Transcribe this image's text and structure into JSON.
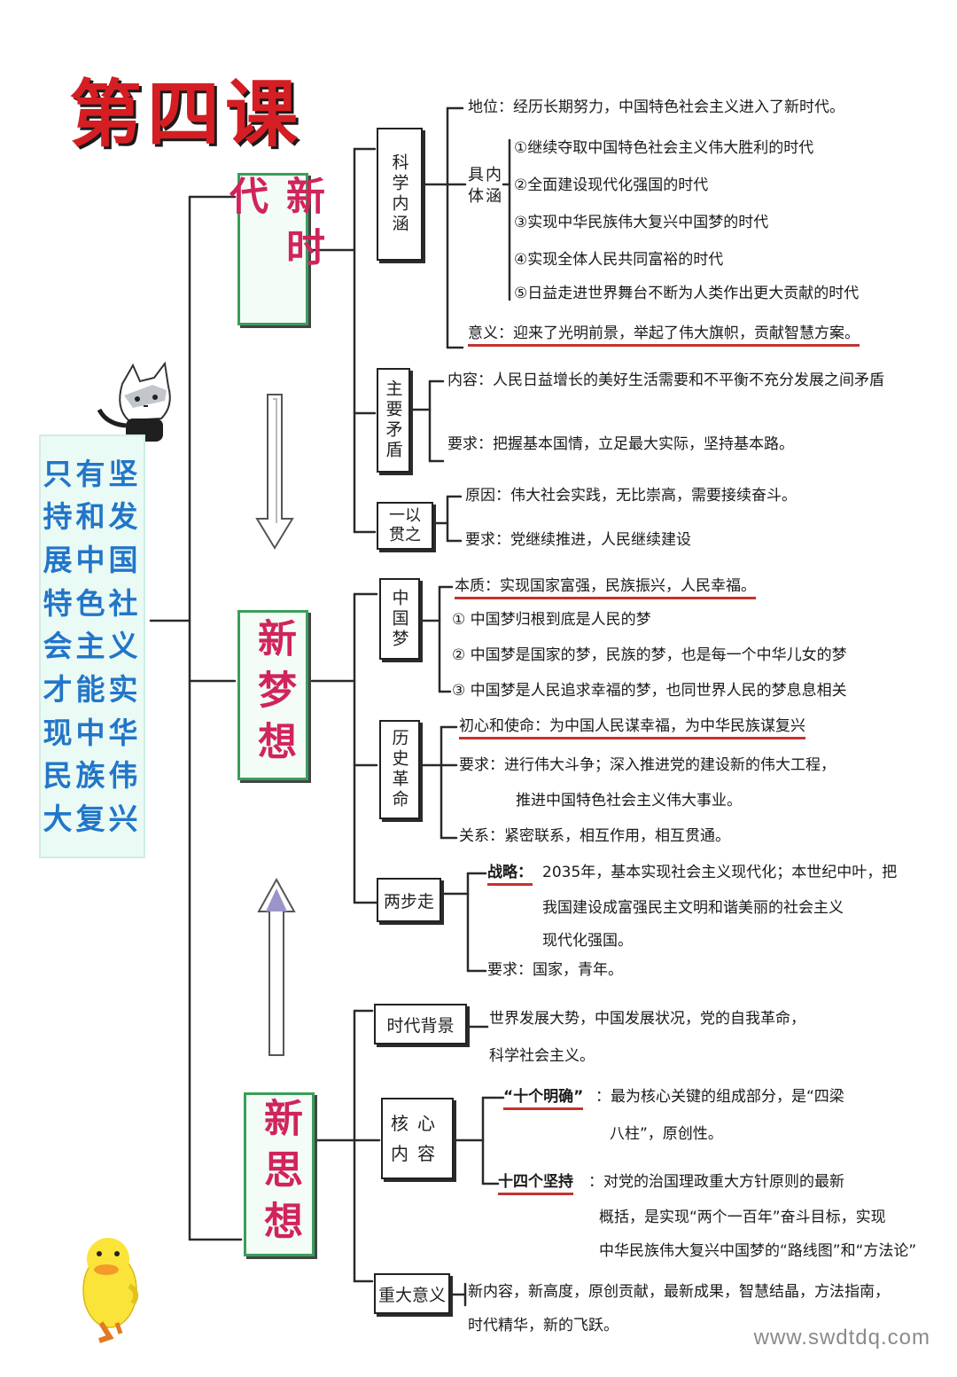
{
  "title": "第四课",
  "motto": [
    "只有坚",
    "持和发",
    "展中国",
    "特色社",
    "会主义",
    "才能实",
    "现中华",
    "民族伟",
    "大复兴"
  ],
  "sections": {
    "era": {
      "label": "新时代",
      "sci": {
        "label": "科学内涵",
        "position": "地位：经历长期努力，中国特色社会主义进入了新时代。",
        "content_label": "具内体涵",
        "content_items": [
          "①继续夺取中国特色社会主义伟大胜利的时代",
          "②全面建设现代化强国的时代",
          "③实现中华民族伟大复兴中国梦的时代",
          "④实现全体人民共同富裕的时代",
          "⑤日益走进世界舞台不断为人类作出更大贡献的时代"
        ],
        "meaning": "意义：迎来了光明前景，举起了伟大旗帜，贡献智慧方案。"
      },
      "contradiction": {
        "label": "主要矛盾",
        "content": "内容：人民日益增长的美好生活需要和不平衡不充分发展之间矛盾",
        "requirement": "要求：把握基本国情，立足最大实际，坚持基本路。"
      },
      "consistent": {
        "label": "一以贯之",
        "reason": "原因：伟大社会实践，无比崇高，需要接续奋斗。",
        "requirement": "要求：党继续推进，人民继续建设"
      }
    },
    "dream": {
      "label": "新梦想",
      "china_dream": {
        "label": "中国梦",
        "essence": "本质：实现国家富强，民族振兴，人民幸福。",
        "items": [
          "① 中国梦归根到底是人民的梦",
          "② 中国梦是国家的梦，民族的梦，也是每一个中华儿女的梦",
          "③ 中国梦是人民追求幸福的梦，也同世界人民的梦息息相关"
        ]
      },
      "mission": {
        "label": "历史革命",
        "original": "初心和使命：为中国人民谋幸福，为中华民族谋复兴",
        "requirement_1": "要求：进行伟大斗争；深入推进党的建设新的伟大工程，",
        "requirement_2": "推进中国特色社会主义伟大事业。",
        "relation": "关系：紧密联系，相互作用，相互贯通。"
      },
      "two_steps": {
        "label": "两步走",
        "strategy_label": "战略：",
        "strategy_1": "2035年，基本实现社会主义现代化；本世纪中叶，把",
        "strategy_2": "我国建设成富强民主文明和谐美丽的社会主义",
        "strategy_3": "现代化强国。",
        "requirement": "要求：国家，青年。"
      }
    },
    "thought": {
      "label": "新思想",
      "background": {
        "label": "时代背景",
        "line_1": "世界发展大势，中国发展状况，党的自我革命，",
        "line_2": "科学社会主义。"
      },
      "core": {
        "label": "核心内容",
        "ten_label": "“十个明确”",
        "ten_1": "：最为核心关键的组成部分，是“四梁",
        "ten_2": "八柱”，原创性。",
        "fourteen_label": "十四个坚持",
        "fourteen_1": "：对党的治国理政重大方针原则的最新",
        "fourteen_2": "概括，是实现“两个一百年”奋斗目标，实现",
        "fourteen_3": "中华民族伟大复兴中国梦的“路线图”和“方法论”"
      },
      "significance": {
        "label": "重大意义",
        "line_1": "新内容，新高度，原创贡献，最新成果，智慧结晶，方法指南，",
        "line_2": "时代精华，新的飞跃。"
      }
    }
  },
  "watermark": "www.swdtdq.com",
  "colors": {
    "title": "#d51e23",
    "motto": "#2276c9",
    "level1_border": "#3a9e5a",
    "level1_text": "#d0245a",
    "underline": "#c4332e"
  },
  "icons": [
    "cat-icon",
    "duck-icon",
    "arrow-down-icon",
    "arrow-up-icon"
  ]
}
